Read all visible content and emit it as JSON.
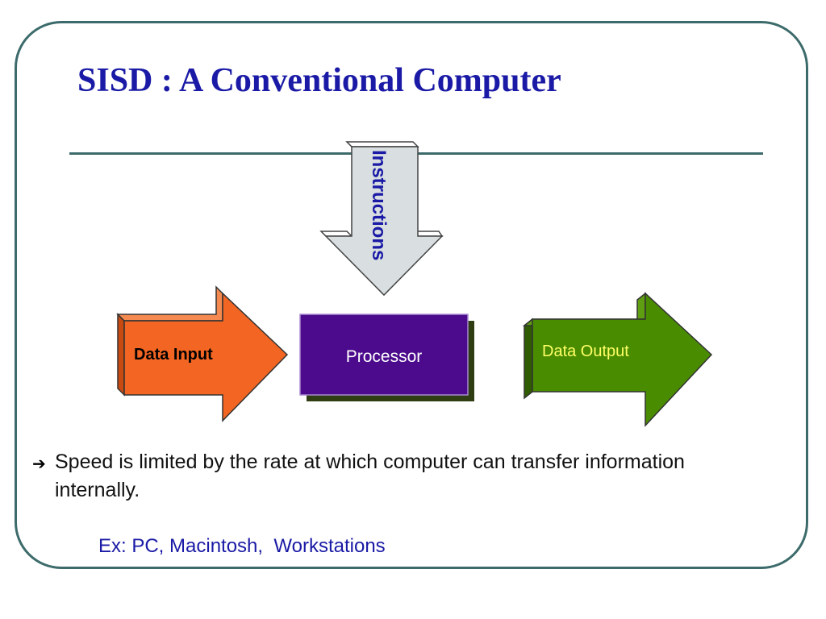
{
  "slide": {
    "title": "SISD : A Conventional Computer"
  },
  "diagram": {
    "instructions_label": "Instructions",
    "data_input_label": "Data Input",
    "processor_label": "Processor",
    "data_output_label": "Data Output",
    "colors": {
      "instructions_arrow": "#d9dfe0",
      "data_input_arrow": "#f26522",
      "processor_box": "#4b0b8c",
      "processor_shadow": "#2e3d12",
      "data_output_arrow": "#4a8c00",
      "label_blue": "#1a1aa6",
      "output_label": "#ffff66"
    }
  },
  "body": {
    "bullet_icon": "right-arrow-icon",
    "bullet_text": "Speed is limited by the rate at which computer can transfer information internally.",
    "example_text": "Ex: PC, Macintosh,  Workstations"
  }
}
